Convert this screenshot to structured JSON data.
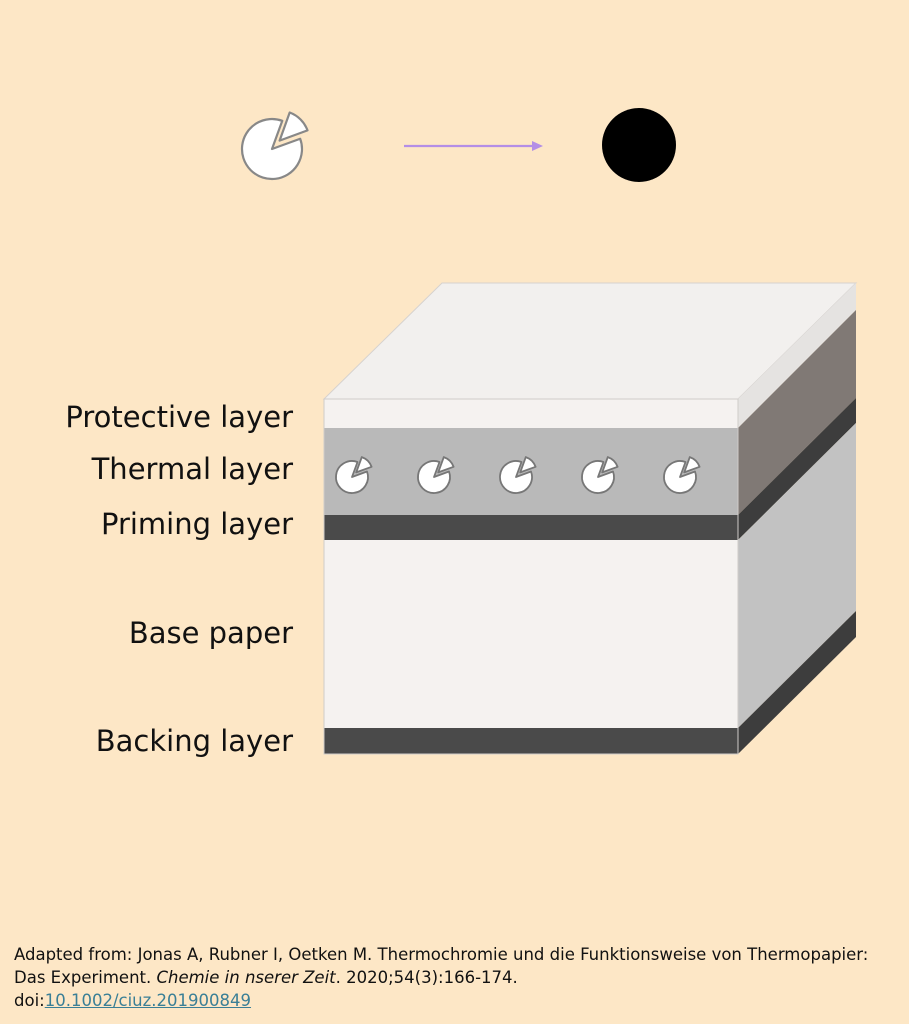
{
  "layers": [
    {
      "label": "Protective layer"
    },
    {
      "label": "Thermal layer"
    },
    {
      "label": "Priming layer"
    },
    {
      "label": "Base paper"
    },
    {
      "label": "Backing layer"
    }
  ],
  "citation": {
    "text_before_journal": "Adapted from: Jonas A, Rubner I, Oetken M. Thermochromie und die Funktionsweise von Thermopapier: Das Experiment. ",
    "journal": "Chemie in nserer Zeit",
    "text_after_journal": ". 2020;54(3):166-174.",
    "doi_prefix": "doi:",
    "doi_link": "10.1002/ciuz.201900849"
  },
  "colors": {
    "background": "#fde7c6",
    "arrow": "#b48ee6",
    "protective_front": "#f5f2f0",
    "thermal_front": "#b9b9b9",
    "thermal_side": "#807975",
    "dark_band": "#4a4a4a",
    "base_front": "#f5f2f0",
    "base_side": "#c2c2c2",
    "top_face": "#f2f0ee",
    "link": "#3a7f96"
  },
  "icons": {
    "open_molecule": "pie-with-detached-slice-icon",
    "colored_result": "black-dot-icon"
  }
}
